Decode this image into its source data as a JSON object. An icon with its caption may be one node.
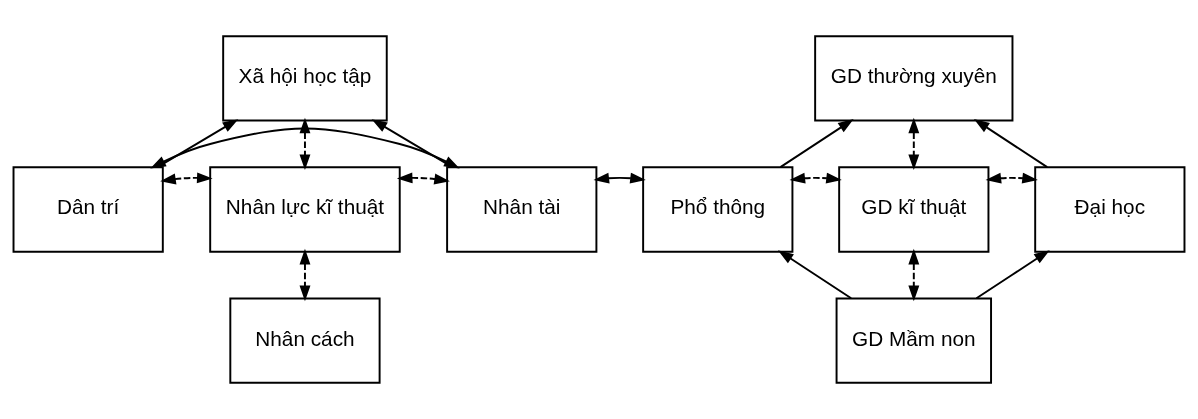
{
  "diagram": {
    "nodes": [
      {
        "text": [
          "Xã hội học tập"
        ]
      },
      {
        "text": [
          "Dân trí"
        ]
      },
      {
        "text": [
          "Nhân lực kĩ thuật"
        ]
      },
      {
        "text": [
          "Nhân tài"
        ]
      },
      {
        "text": [
          "Nhân cách"
        ]
      },
      {
        "text": [
          "GD thường xuyên"
        ]
      },
      {
        "text": [
          "Phổ thông"
        ]
      },
      {
        "text": [
          "GD kĩ thuật"
        ]
      },
      {
        "text": [
          "Đại học"
        ]
      },
      {
        "text": [
          "GD Mầm non"
        ]
      }
    ],
    "edges": [
      {
        "from": 1,
        "to": 0,
        "arrow": "to"
      },
      {
        "from": 3,
        "to": 0,
        "arrow": "to"
      },
      {
        "from": 0,
        "to": 2,
        "arrow": "both",
        "style": "dashed"
      },
      {
        "from": 1,
        "to": 2,
        "arrow": "both",
        "style": "dashed"
      },
      {
        "from": 2,
        "to": 3,
        "arrow": "both",
        "style": "dashed"
      },
      {
        "from": 2,
        "to": 4,
        "arrow": "both",
        "style": "dashed"
      },
      {
        "from": 1,
        "to": 3,
        "arrow": "both"
      },
      {
        "from": 3,
        "to": 6,
        "arrow": "both"
      },
      {
        "from": 6,
        "to": 5,
        "arrow": "to"
      },
      {
        "from": 8,
        "to": 5,
        "arrow": "to"
      },
      {
        "from": 5,
        "to": 7,
        "arrow": "both",
        "style": "dashed"
      },
      {
        "from": 6,
        "to": 7,
        "arrow": "both",
        "style": "dashed"
      },
      {
        "from": 7,
        "to": 8,
        "arrow": "both",
        "style": "dashed"
      },
      {
        "from": 7,
        "to": 9,
        "arrow": "both",
        "style": "dashed"
      },
      {
        "from": 9,
        "to": 6,
        "arrow": "to"
      },
      {
        "from": 9,
        "to": 8,
        "arrow": "to"
      }
    ]
  }
}
